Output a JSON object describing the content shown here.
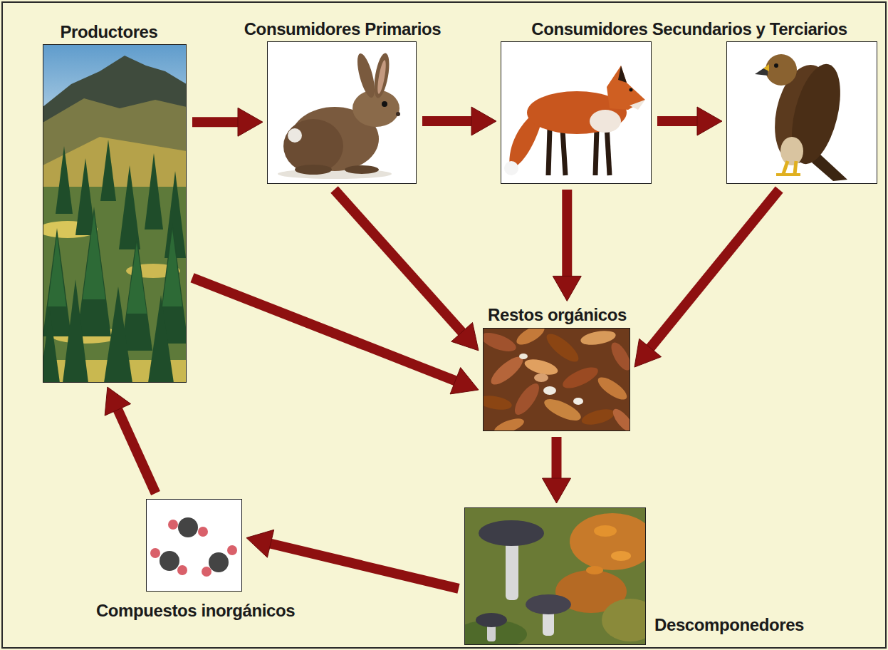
{
  "diagram": {
    "nodes": [
      {
        "text": [
          "Productores"
        ]
      },
      {
        "text": [
          "Consumidores Primarios"
        ]
      },
      {
        "text": [
          "Consumidores Secundarios y Terciarios"
        ]
      },
      {
        "text": []
      },
      {
        "text": [
          "Restos orgánicos"
        ]
      },
      {
        "text": [
          "Descomponedores"
        ]
      },
      {
        "text": [
          "Compuestos inorgánicos"
        ]
      }
    ],
    "edges": [
      {
        "from": 0,
        "to": 1,
        "arrow": "to"
      },
      {
        "from": 1,
        "to": 2,
        "arrow": "to"
      },
      {
        "from": 2,
        "to": 3,
        "arrow": "to"
      },
      {
        "from": 0,
        "to": 4,
        "arrow": "to"
      },
      {
        "from": 1,
        "to": 4,
        "arrow": "to"
      },
      {
        "from": 2,
        "to": 4,
        "arrow": "to"
      },
      {
        "from": 3,
        "to": 4,
        "arrow": "to"
      },
      {
        "from": 4,
        "to": 5,
        "arrow": "to"
      },
      {
        "from": 5,
        "to": 6,
        "arrow": "to"
      },
      {
        "from": 6,
        "to": 0,
        "arrow": "to"
      }
    ]
  }
}
